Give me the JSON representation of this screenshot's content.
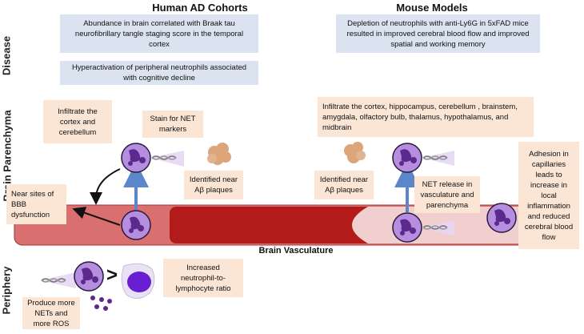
{
  "section_labels": {
    "disease": "Disease",
    "parenchyma": "Brain Parenchyma",
    "periphery": "Periphery"
  },
  "columns": {
    "human": "Human AD Cohorts",
    "mouse": "Mouse Models"
  },
  "disease": {
    "human_box_1": "Abundance in brain correlated with Braak tau neurofibrillary tangle staging score in the temporal cortex",
    "human_box_2": "Hyperactivation of peripheral neutrophils associated with cognitive decline",
    "mouse_box_1": "Depletion of neutrophils with anti-Ly6G in 5xFAD mice resulted in improved cerebral blood flow and improved spatial and working memory"
  },
  "parenchyma": {
    "human_infiltrate": "Infiltrate the cortex and cerebellum",
    "human_stain": "Stain for NET markers",
    "human_plaques": "Identified near Aβ plaques",
    "human_bbb": "Near sites of BBB dysfunction",
    "mouse_infiltrate": "Infiltrate the cortex, hippocampus, cerebellum , brainstem, amygdala, olfactory bulb, thalamus, hypothalamus, and midbrain",
    "mouse_plaques": "Identified near Aβ plaques",
    "mouse_net_release": "NET release in vasculature and parenchyma",
    "mouse_adhesion": "Adhesion in capillaries leads to increase in local inflammation and reduced cerebral blood flow"
  },
  "vasculature": {
    "label": "Brain Vasculature"
  },
  "periphery": {
    "nets_ros": "Produce more NETs and more ROS",
    "greater_than": ">",
    "ratio": "Increased neutrophil-to-lymphocyte ratio"
  },
  "colors": {
    "blue_box": "#dbe3f1",
    "peach_box": "#fbe6d6",
    "vessel_light": "#d9706f",
    "vessel_dark": "#b31b1b",
    "vessel_pale": "#f2cfcf",
    "neutrophil": "#b58ee0",
    "nucleus": "#5b2a8c",
    "arrow_blue": "#5b86c9",
    "plaque": "#dca57a"
  }
}
